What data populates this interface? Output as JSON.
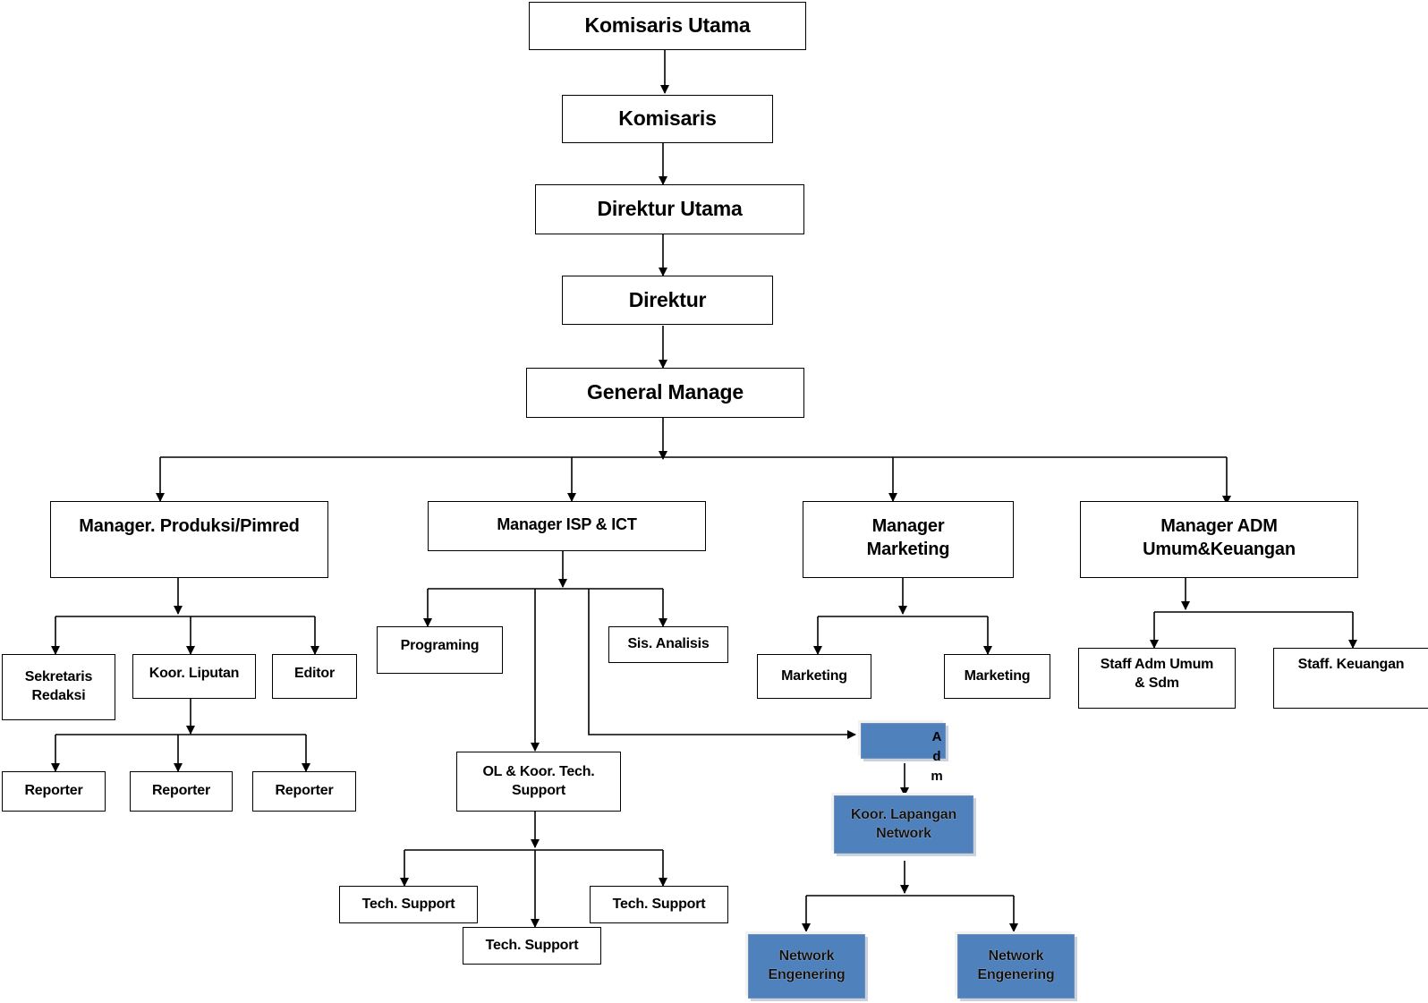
{
  "org_chart": {
    "komisaris_utama": "Komisaris Utama",
    "komisaris": "Komisaris",
    "direktur_utama": "Direktur Utama",
    "direktur": "Direktur",
    "general_manager": "General Manage",
    "manager_produksi": "Manager. Produksi/Pimred",
    "manager_isp": "Manager ISP & ICT",
    "manager_marketing": "Manager\nMarketing",
    "manager_adm": "Manager ADM\nUmum&Keuangan",
    "sekretaris_redaksi": "Sekretaris\nRedaksi",
    "koor_liputan": "Koor. Liputan",
    "editor": "Editor",
    "reporter_1": "Reporter",
    "reporter_2": "Reporter",
    "reporter_3": "Reporter",
    "programing": "Programing",
    "sis_analisis": "Sis. Analisis",
    "ol_koor_tech": "OL & Koor. Tech.\nSupport",
    "tech_support_1": "Tech. Support",
    "tech_support_2": "Tech. Support",
    "tech_support_3": "Tech. Support",
    "marketing_1": "Marketing",
    "marketing_2": "Marketing",
    "staff_adm_umum": "Staff Adm Umum\n& Sdm",
    "staff_keuangan": "Staff. Keuangan",
    "adm": "A\nd\nm",
    "koor_lapangan": "Koor. Lapangan\nNetwork",
    "network_engenering_1": "Network\nEngenering",
    "network_engenering_2": "Network\nEngenering"
  },
  "colors": {
    "box_border": "#000000",
    "highlight_fill": "#4f81bd",
    "line": "#000000"
  }
}
